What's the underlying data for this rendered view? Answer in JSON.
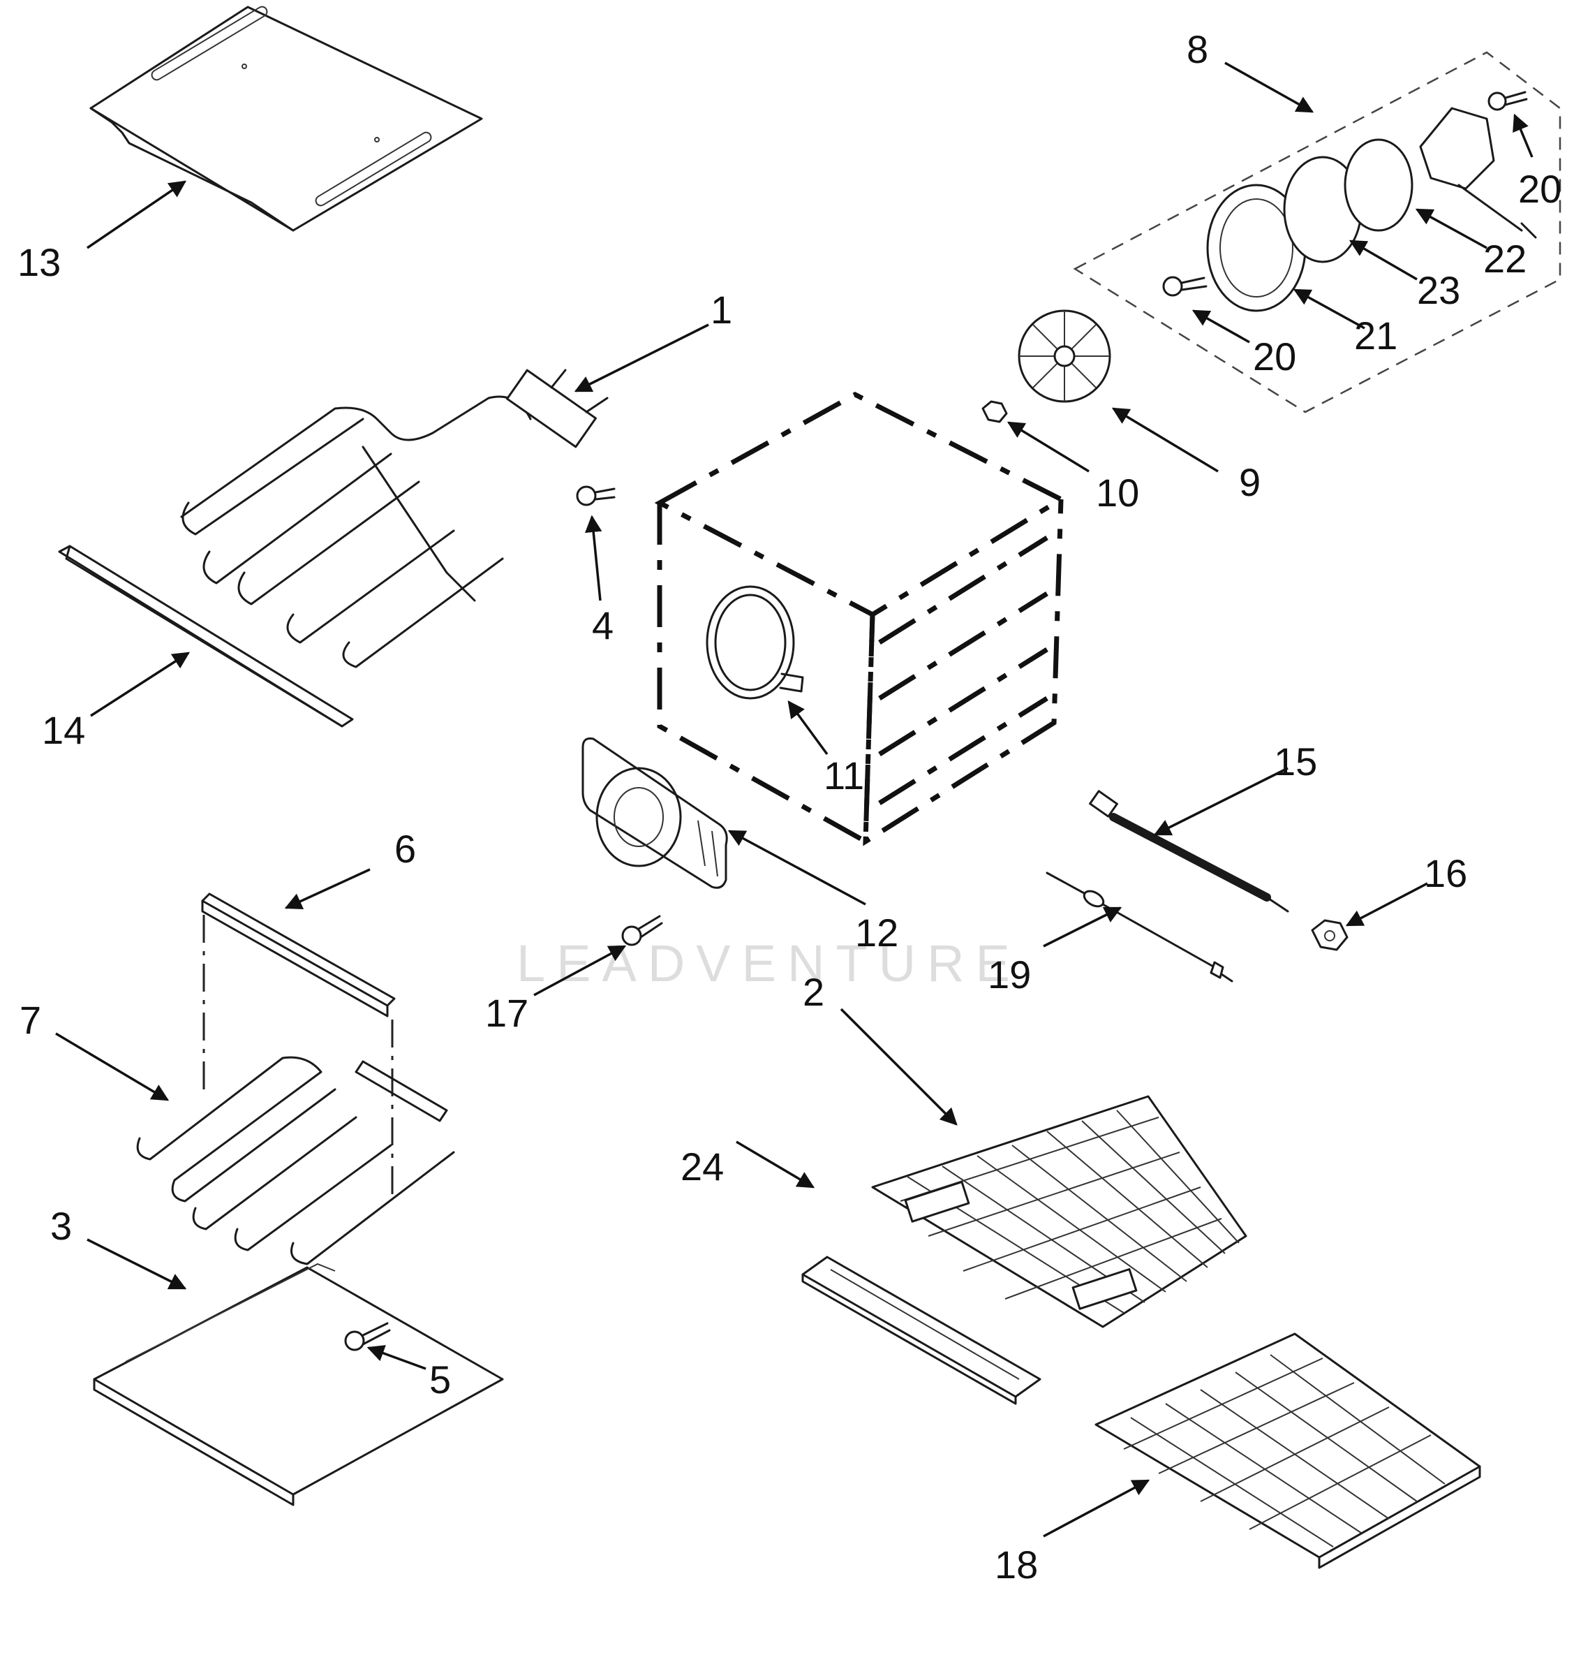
{
  "watermark": "LEADVENTURE",
  "callouts": [
    {
      "label": "1",
      "part": "broil-element"
    },
    {
      "label": "2",
      "part": "oven-rack"
    },
    {
      "label": "3",
      "part": "bottom-cover-panel"
    },
    {
      "label": "4",
      "part": "screw"
    },
    {
      "label": "5",
      "part": "screw"
    },
    {
      "label": "6",
      "part": "bake-element-shield"
    },
    {
      "label": "7",
      "part": "bake-element"
    },
    {
      "label": "8",
      "part": "convection-motor-assembly"
    },
    {
      "label": "9",
      "part": "convection-fan-blade"
    },
    {
      "label": "10",
      "part": "nut"
    },
    {
      "label": "11",
      "part": "convection-element"
    },
    {
      "label": "12",
      "part": "fan-baffle-cover"
    },
    {
      "label": "13",
      "part": "top-cover-panel"
    },
    {
      "label": "14",
      "part": "support-bracket"
    },
    {
      "label": "15",
      "part": "temperature-sensor"
    },
    {
      "label": "16",
      "part": "nut"
    },
    {
      "label": "17",
      "part": "screw"
    },
    {
      "label": "18",
      "part": "roller-rack"
    },
    {
      "label": "19",
      "part": "meat-probe"
    },
    {
      "label": "20",
      "part": "screw"
    },
    {
      "label": "20",
      "part": "screw"
    },
    {
      "label": "21",
      "part": "motor-mount-plate"
    },
    {
      "label": "22",
      "part": "motor-mount-gasket"
    },
    {
      "label": "23",
      "part": "insulation-pad"
    },
    {
      "label": "24",
      "part": "broil-pan"
    }
  ]
}
